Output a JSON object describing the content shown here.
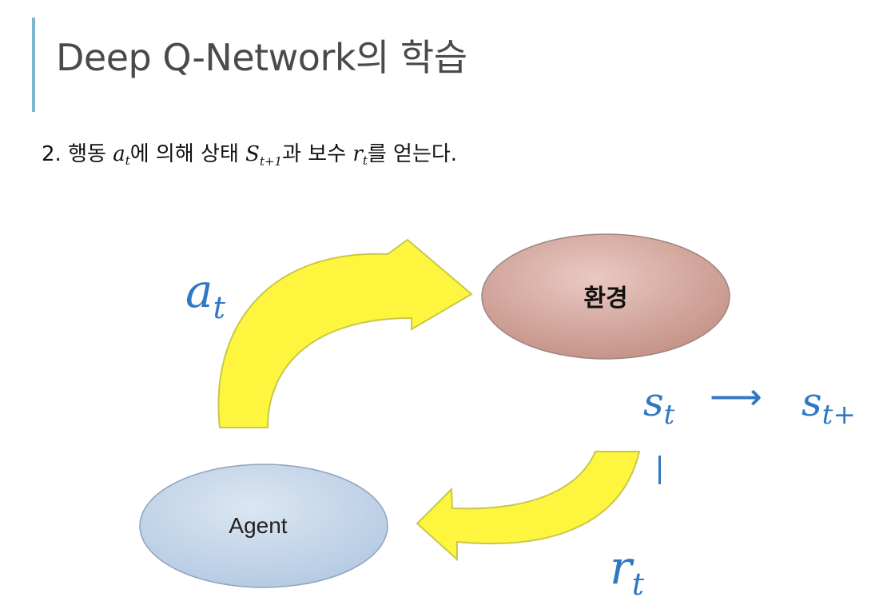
{
  "title": "Deep Q-Network의 학습",
  "step": {
    "number": "2.",
    "word_action": "행동",
    "action_symbol": "a",
    "action_sub": "t",
    "text_mid": "에  의해  상태",
    "state_symbol": "S",
    "state_sub": "t+1",
    "text_and": "과 보수",
    "reward_symbol": "r",
    "reward_sub": "t",
    "text_end": "를 얻는다."
  },
  "diagram": {
    "environment_label": "환경",
    "agent_label": "Agent",
    "action_label": "a",
    "action_label_sub": "t",
    "state_from": "s",
    "state_from_sub": "t",
    "transition_arrow": "⟶",
    "state_to": "s",
    "state_to_sub": "t+",
    "reward_label": "r",
    "reward_label_sub": "t",
    "colors": {
      "environment_fill": "#d3a59c",
      "agent_fill": "#c4d6ea",
      "arrow_fill": "#fef53f",
      "arrow_stroke": "#c8c84a",
      "math_text": "#2f78c4",
      "accent": "#7fb6cf"
    }
  }
}
